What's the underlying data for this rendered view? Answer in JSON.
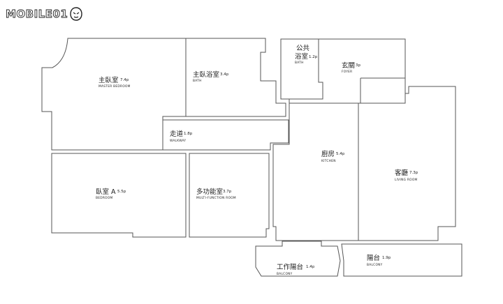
{
  "logo": {
    "text": "MOBILE01"
  },
  "rooms": {
    "master_bedroom": {
      "zh": "主臥室",
      "size": "7.4p",
      "en": "MASTER BEDROOM"
    },
    "master_bath": {
      "zh": "主臥浴室",
      "size": "3.4p",
      "en": "BATH"
    },
    "public_bath": {
      "zh1": "公共",
      "zh2": "浴室",
      "size": "1.2p",
      "en": "BATH"
    },
    "foyer": {
      "zh": "玄關",
      "size": "3p",
      "en": "FOYER"
    },
    "walkway": {
      "zh": "走道",
      "size": "1.8p",
      "en": "WALKWAY"
    },
    "kitchen": {
      "zh": "廚房",
      "size": "5.4p",
      "en": "KITCHEN"
    },
    "living_room": {
      "zh": "客廳",
      "size": "7.3p",
      "en": "LIVING ROOM"
    },
    "bedroom_a": {
      "zh": "臥室 A",
      "size": "5.5p",
      "en": "BEDROOM"
    },
    "multi_function": {
      "zh": "多功能室",
      "size": "3.7p",
      "en": "MULTI-FUNCTION ROOM"
    },
    "work_balcony": {
      "zh": "工作陽台",
      "size": "1.4p",
      "en": "BALCONY"
    },
    "balcony": {
      "zh": "陽台",
      "size": "1.9p",
      "en": "BALCONY"
    }
  }
}
